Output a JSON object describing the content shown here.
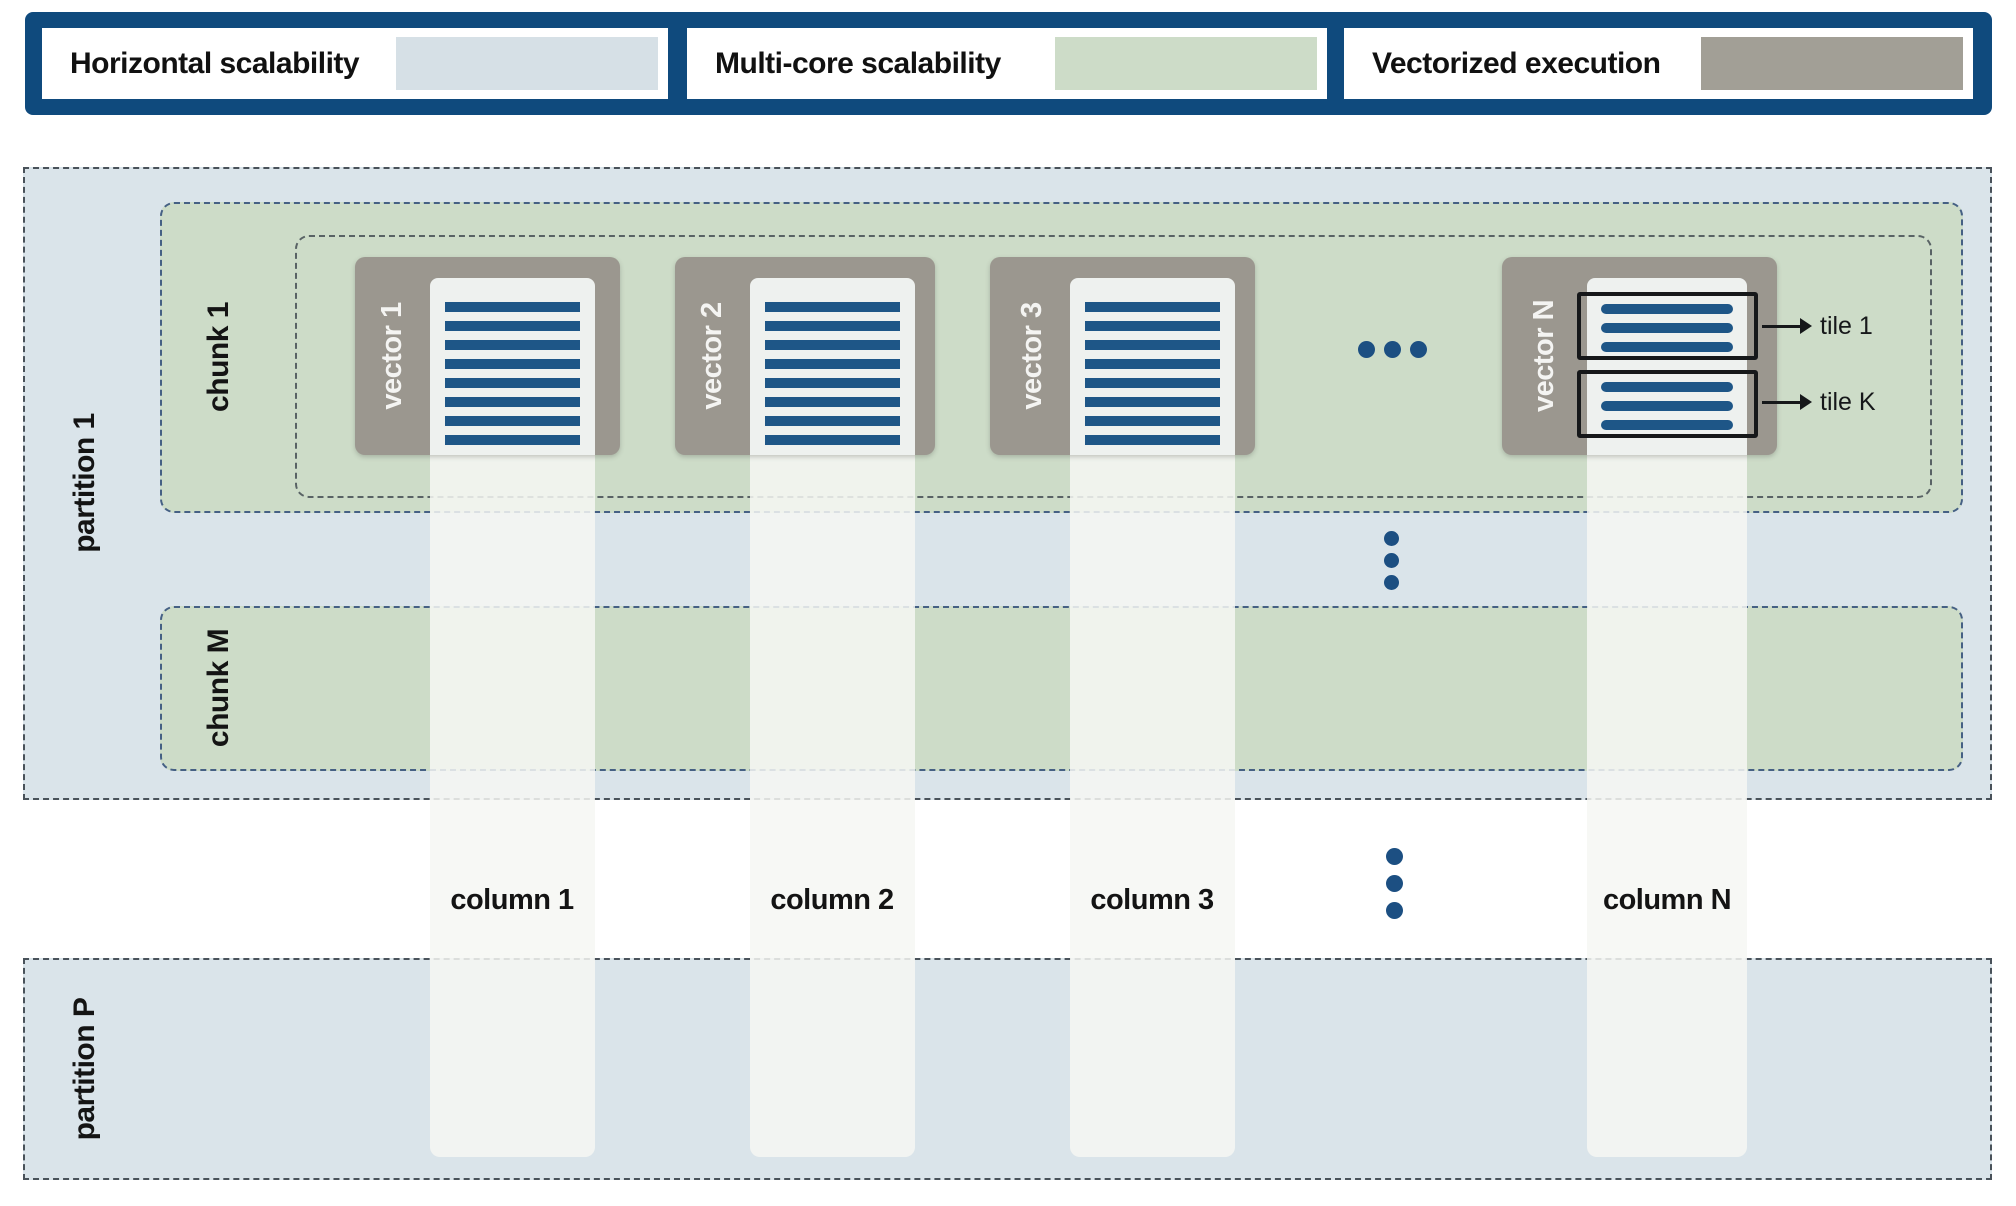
{
  "legend": {
    "items": [
      {
        "label": "Horizontal scalability",
        "color": "#d6e0e6"
      },
      {
        "label": "Multi-core scalability",
        "color": "#cddcc8"
      },
      {
        "label": "Vectorized execution",
        "color": "#a29f96"
      }
    ],
    "frame_color": "#0f4a7d"
  },
  "diagram": {
    "partition_1": "partition 1",
    "partition_p": "partition P",
    "chunk_1": "chunk 1",
    "chunk_m": "chunk M",
    "vectors": [
      {
        "label": "vector 1"
      },
      {
        "label": "vector 2"
      },
      {
        "label": "vector 3"
      },
      {
        "label": "vector N"
      }
    ],
    "columns": [
      {
        "label": "column 1"
      },
      {
        "label": "column 2"
      },
      {
        "label": "column 3"
      },
      {
        "label": "column N"
      }
    ],
    "tiles": [
      {
        "label": "tile 1"
      },
      {
        "label": "tile K"
      }
    ],
    "colors": {
      "legend_frame": "#0f4a7d",
      "partition_fill": "#dae4ea",
      "chunk_fill": "#cddcc8",
      "vector_fill": "#9b978f",
      "column_fill": "#f4f6f1",
      "bar": "#1e5687",
      "dot": "#1c4f82"
    }
  }
}
